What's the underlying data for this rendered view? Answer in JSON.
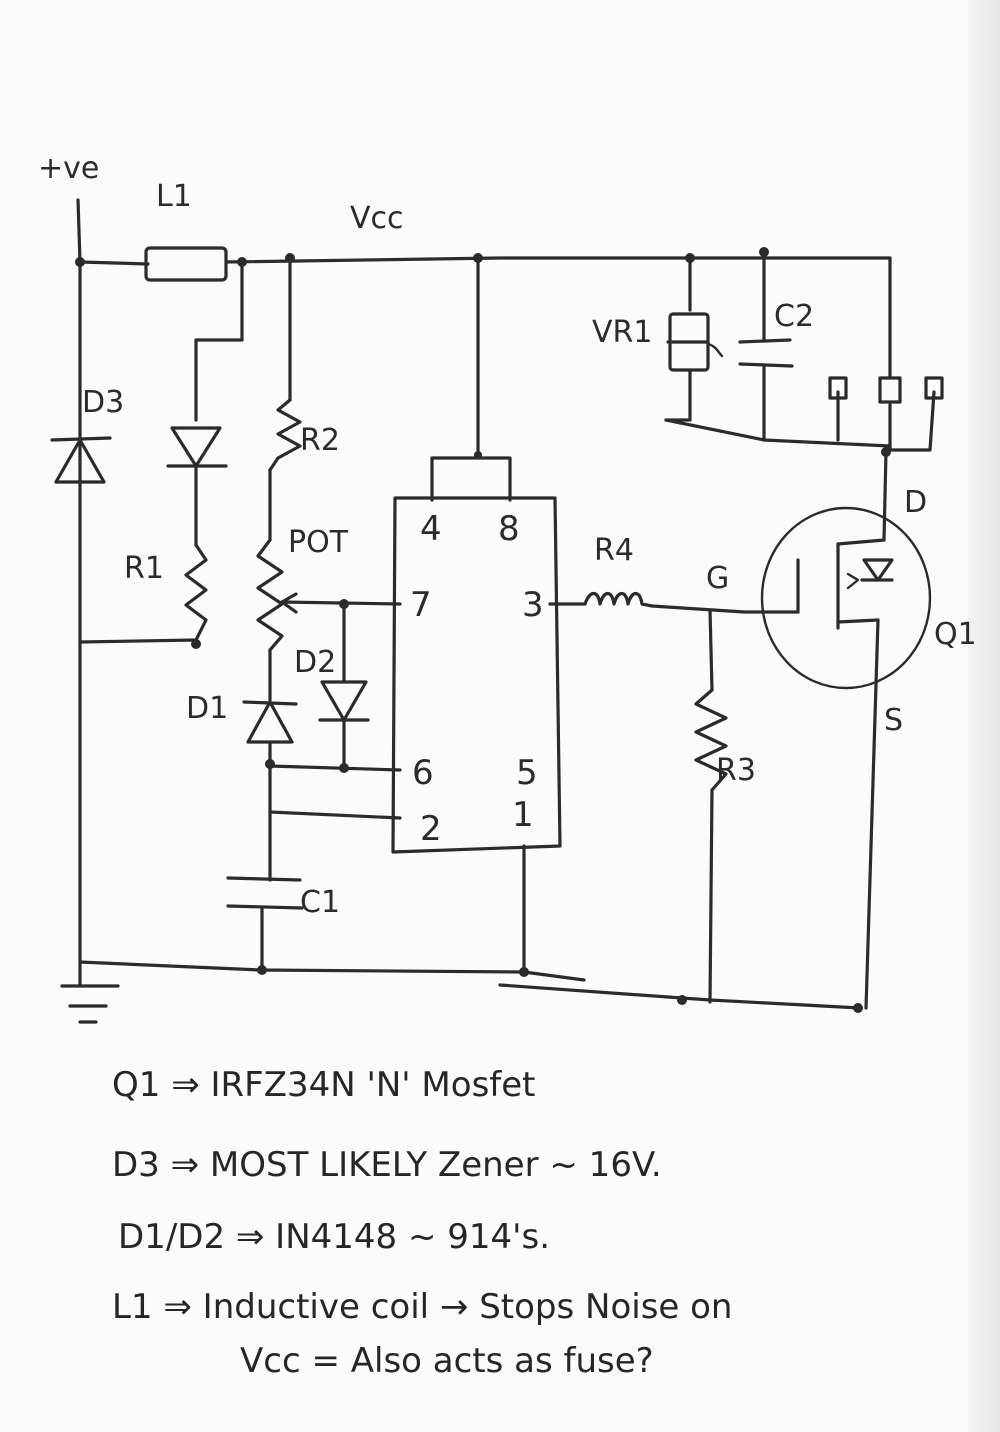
{
  "labels": {
    "pos": "+ve",
    "L1": "L1",
    "vcc": "Vcc",
    "VR1": "VR1",
    "C2": "C2",
    "D3": "D3",
    "R2": "R2",
    "R1": "R1",
    "POT": "POT",
    "D2": "D2",
    "D1": "D1",
    "C1": "C1",
    "R4": "R4",
    "G": "G",
    "D": "D",
    "Q1": "Q1",
    "S": "S",
    "R3": "R3"
  },
  "ic_pins": {
    "p4": "4",
    "p8": "8",
    "p7": "7",
    "p3": "3",
    "p6": "6",
    "p5": "5",
    "p2": "2",
    "p1": "1"
  },
  "notes": [
    "Q1 ⇒ IRFZ34N 'N' Mosfet",
    "D3 ⇒ MOST LIKELY Zener ~ 16V.",
    "D1/D2 ⇒ IN4148 ~ 914's.",
    "L1 ⇒ Inductive coil → Stops Noise on",
    "Vcc = Also acts as fuse?"
  ]
}
